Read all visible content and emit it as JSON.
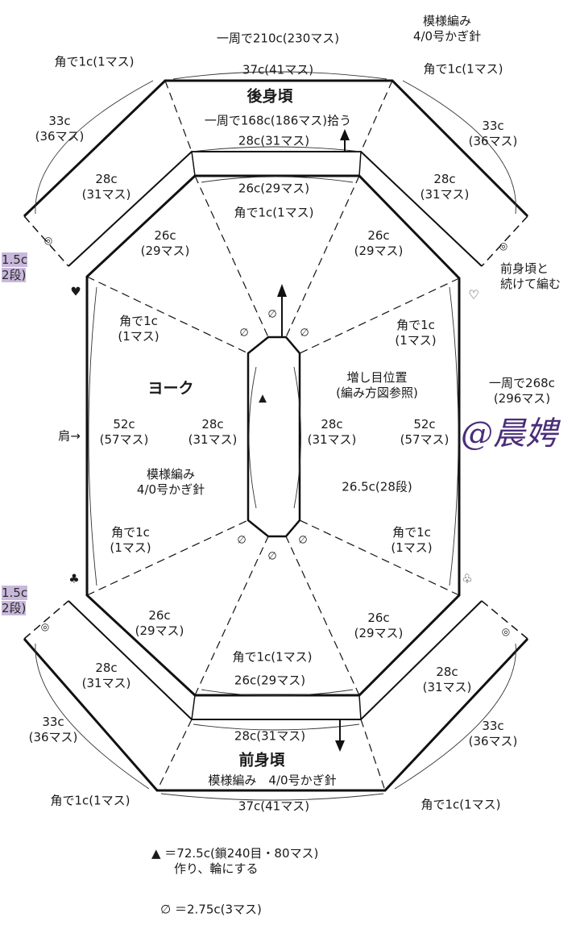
{
  "back": {
    "pattern": "模様編み",
    "hook": "4/0号かぎ針",
    "round_top": "一周で210c(230マス)",
    "top_width": "37c(41マス)",
    "title": "後身頃",
    "pickup": "一周で168c(186マス)拾う",
    "inner_width": "28c(31マス)",
    "left_corner": "角で1c(1マス)",
    "right_corner": "角で1c(1マス)",
    "left_outer": [
      "33c",
      "(36マス)"
    ],
    "right_outer": [
      "33c",
      "(36マス)"
    ],
    "left_inner": [
      "28c",
      "(31マス)"
    ],
    "right_inner": [
      "28c",
      "(31マス)"
    ],
    "mark_left": "◎",
    "mark_right": "◎"
  },
  "yoke": {
    "title": "ヨーク",
    "top_inner": "26c(29マス)",
    "top_corner": "角で1c(1マス)",
    "upper_left": [
      "26c",
      "(29マス)"
    ],
    "upper_right": [
      "26c",
      "(29マス)"
    ],
    "left_corner_top": [
      "角で1c",
      "(1マス)"
    ],
    "right_corner_top": [
      "角で1c",
      "(1マス)"
    ],
    "increase": [
      "増し目位置",
      "(編み方図参照)"
    ],
    "round_side": [
      "一周で268c",
      "(296マス)"
    ],
    "shoulder_label": "肩→",
    "left_side": [
      "52c",
      "(57マス)"
    ],
    "right_side": [
      "52c",
      "(57マス)"
    ],
    "hole_left": [
      "28c",
      "(31マス)"
    ],
    "hole_right": [
      "28c",
      "(31マス)"
    ],
    "pattern": [
      "模様編み",
      "4/0号かぎ針"
    ],
    "rows": "26.5c(28段)",
    "left_corner_bot": [
      "角で1c",
      "(1マス)"
    ],
    "right_corner_bot": [
      "角で1c",
      "(1マス)"
    ],
    "lower_left": [
      "26c",
      "(29マス)"
    ],
    "lower_right": [
      "26c",
      "(29マス)"
    ],
    "bottom_corner": "角で1c(1マス)",
    "bottom_inner": "26c(29マス)",
    "front_continue": [
      "前身頃と",
      "続けて編む"
    ],
    "side_top": [
      "1.5c",
      "2段)"
    ],
    "side_bottom": [
      "1.5c",
      "2段)"
    ],
    "suit_heart": "♥",
    "suit_heart_open": "♡",
    "suit_club": "♣",
    "suit_club_open": "♧",
    "triangle": "▲",
    "slash_marks": [
      "∅",
      "∅",
      "∅",
      "∅",
      "∅",
      "∅"
    ]
  },
  "front": {
    "title": "前身頃",
    "pattern_line": "模様編み　4/0号かぎ針",
    "inner_width": "28c(31マス)",
    "bottom_width": "37c(41マス)",
    "left_corner": "角で1c(1マス)",
    "right_corner": "角で1c(1マス)",
    "left_outer": [
      "33c",
      "(36マス)"
    ],
    "right_outer": [
      "33c",
      "(36マス)"
    ],
    "left_inner": [
      "28c",
      "(31マス)"
    ],
    "right_inner": [
      "28c",
      "(31マス)"
    ],
    "mark_left": "◎",
    "mark_right": "◎"
  },
  "legend": {
    "triangle_line1": "▲ ＝72.5c(鎖240目・80マス)",
    "triangle_line2": "作り、輪にする",
    "slash": "∅ ＝2.75c(3マス)"
  },
  "signature": "@晨娉"
}
